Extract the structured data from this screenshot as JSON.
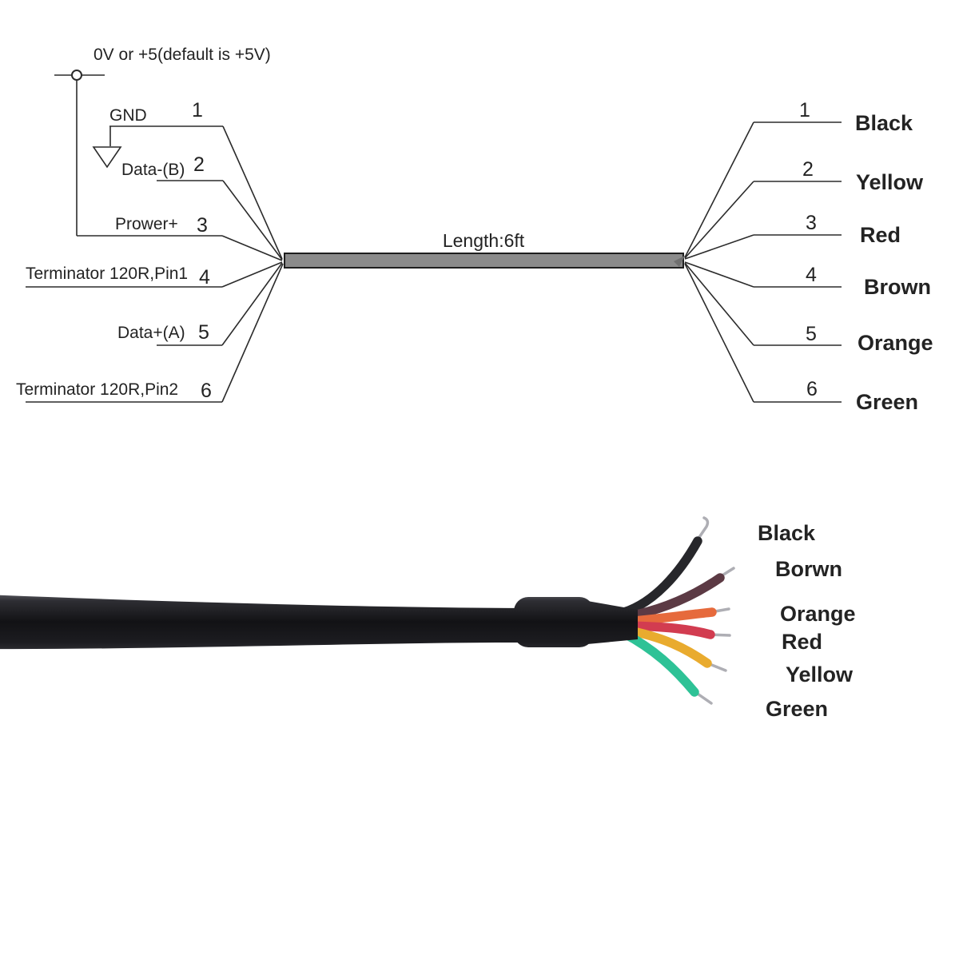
{
  "diagram": {
    "power_node_label": "0V or +5(default is +5V)",
    "cable_length_label": "Length:6ft",
    "left_pins": [
      {
        "num": "1",
        "label": "GND"
      },
      {
        "num": "2",
        "label": "Data-(B)"
      },
      {
        "num": "3",
        "label": "Prower+"
      },
      {
        "num": "4",
        "label": "Terminator 120R,Pin1"
      },
      {
        "num": "5",
        "label": "Data+(A)"
      },
      {
        "num": "6",
        "label": "Terminator 120R,Pin2"
      }
    ],
    "right_pins": [
      {
        "num": "1",
        "label": "Black",
        "color": "#1b1b1d"
      },
      {
        "num": "2",
        "label": "Yellow",
        "color": "#f6bb4a"
      },
      {
        "num": "3",
        "label": "Red",
        "color": "#cc4d66"
      },
      {
        "num": "4",
        "label": "Brown",
        "color": "#523340"
      },
      {
        "num": "5",
        "label": "Orange",
        "color": "#f4724a"
      },
      {
        "num": "6",
        "label": "Green",
        "color": "#3ec7a4"
      }
    ]
  },
  "photo": {
    "wire_labels": [
      {
        "text": "Black",
        "color": "#1b1b1d"
      },
      {
        "text": "Borwn",
        "color": "#6b4050"
      },
      {
        "text": "Orange",
        "color": "#f7a78c"
      },
      {
        "text": "Red",
        "color": "#cc4160"
      },
      {
        "text": "Yellow",
        "color": "#f0b137"
      },
      {
        "text": "Green",
        "color": "#3ec7a4"
      }
    ],
    "wire_colors": {
      "black": "#27272b",
      "brown": "#5c3a44",
      "orange": "#e66a3c",
      "red": "#d23c50",
      "yellow": "#e9ab2e",
      "green": "#2ec296"
    }
  }
}
